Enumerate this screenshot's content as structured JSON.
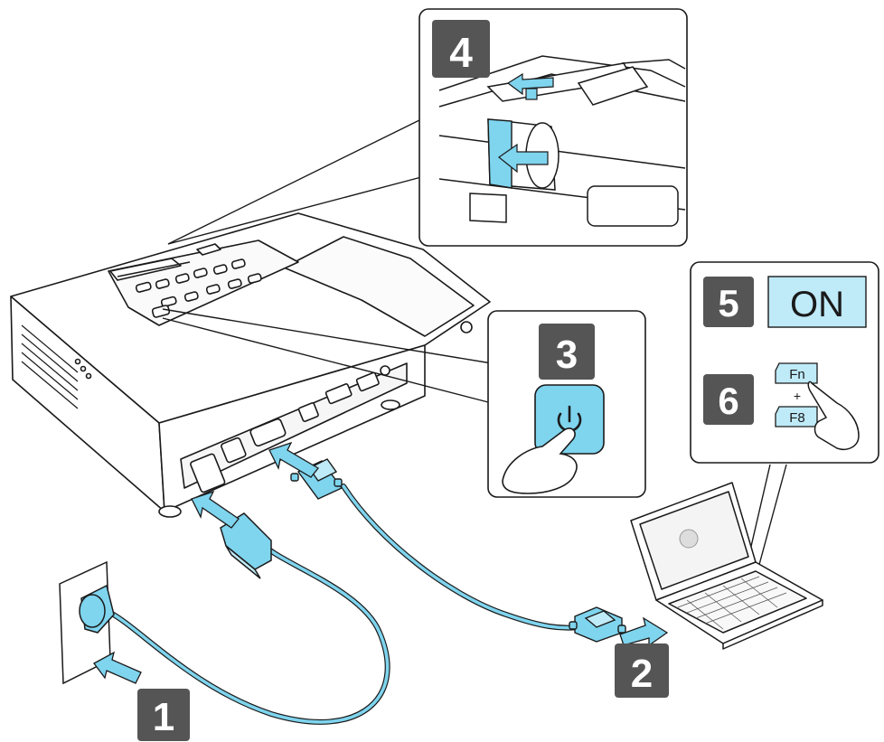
{
  "colors": {
    "cyan": "#7fd4ee",
    "cyan_light": "#bfeaf8",
    "badge": "#555555",
    "badge_text": "#ffffff",
    "line": "#1a1a1a"
  },
  "steps": {
    "s1": "1",
    "s2": "2",
    "s3": "3",
    "s4": "4",
    "s5": "5",
    "s6": "6"
  },
  "labels": {
    "on": "ON",
    "fn_key": "Fn",
    "plus": "+",
    "f8_key": "F8"
  },
  "icons": {
    "power": "power-icon",
    "hand": "hand-pointer-icon",
    "arrow": "blue-arrow-icon"
  }
}
